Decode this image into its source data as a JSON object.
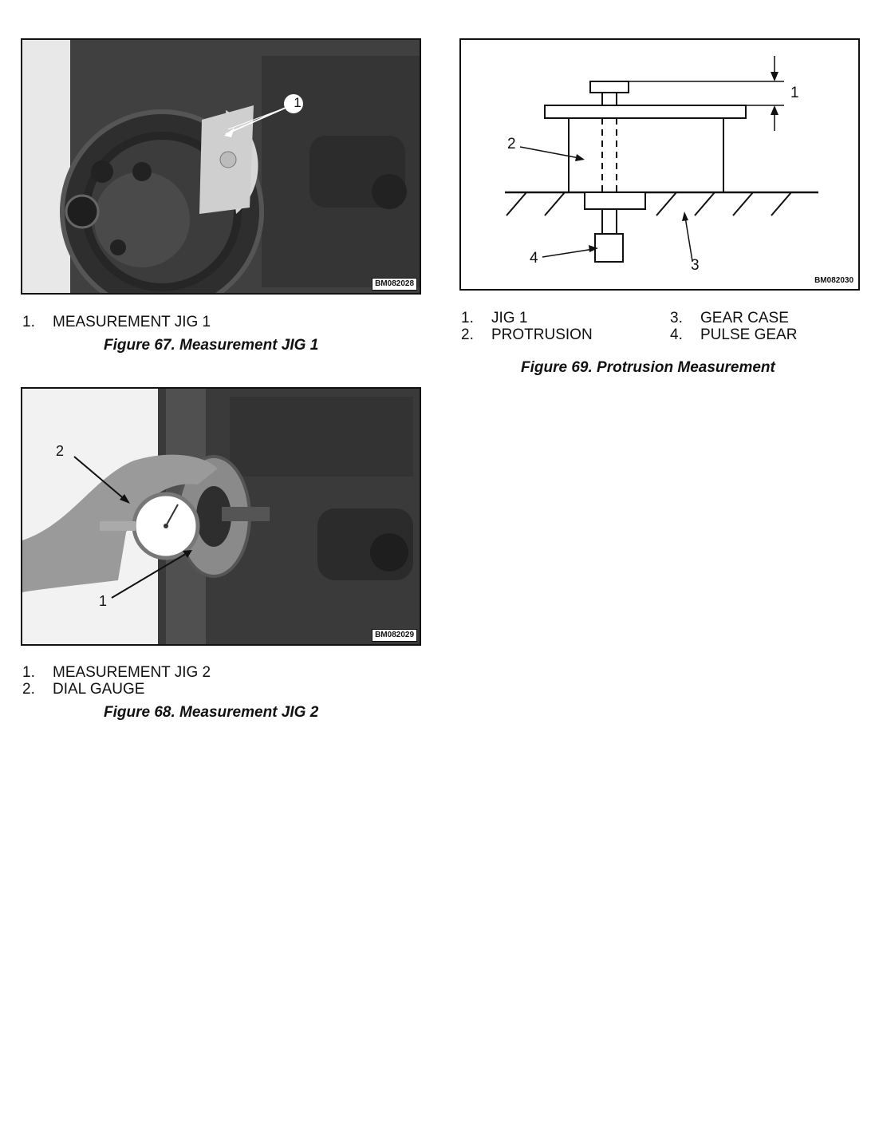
{
  "fig67": {
    "tag": "BM082028",
    "callouts": [
      "1"
    ],
    "legend": [
      {
        "num": "1.",
        "text": "MEASUREMENT JIG 1"
      }
    ],
    "caption": "Figure 67. Measurement JIG 1"
  },
  "fig68": {
    "tag": "BM082029",
    "callouts": [
      "1",
      "2"
    ],
    "legend": [
      {
        "num": "1.",
        "text": "MEASUREMENT JIG 2"
      },
      {
        "num": "2.",
        "text": "DIAL GAUGE"
      }
    ],
    "caption": "Figure 68. Measurement JIG 2"
  },
  "fig69": {
    "tag": "BM082030",
    "callouts": [
      "1",
      "2",
      "3",
      "4"
    ],
    "legend_left": [
      {
        "num": "1.",
        "text": "JIG 1"
      },
      {
        "num": "2.",
        "text": "PROTRUSION"
      }
    ],
    "legend_right": [
      {
        "num": "3.",
        "text": "GEAR CASE"
      },
      {
        "num": "4.",
        "text": "PULSE GEAR"
      }
    ],
    "caption": "Figure 69. Protrusion Measurement"
  }
}
